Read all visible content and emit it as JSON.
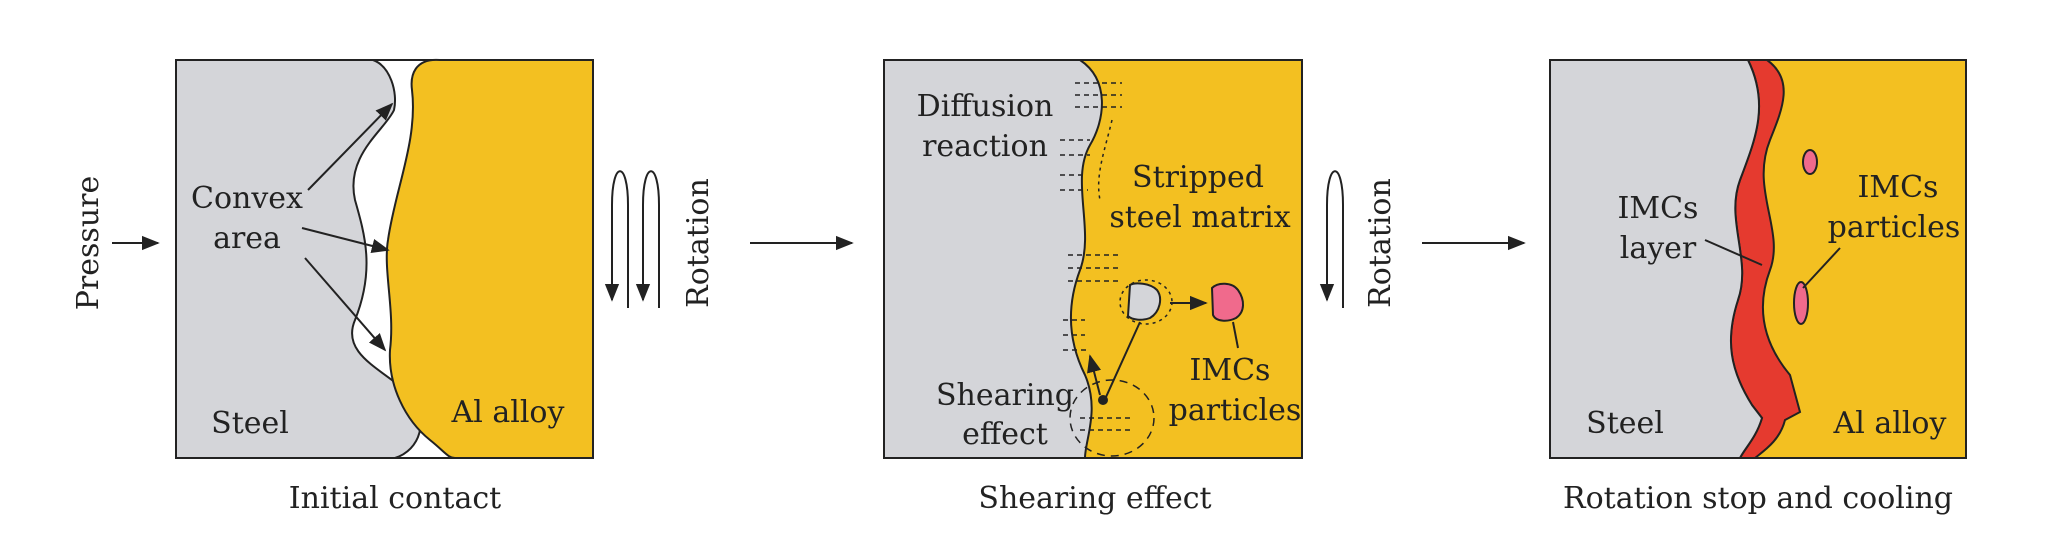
{
  "colors": {
    "steel": "#d4d5d9",
    "al_alloy": "#f3c021",
    "imc_layer": "#e53a2f",
    "imc_particle": "#f06a8c",
    "outline": "#222222"
  },
  "panel1": {
    "pressure_label": "Pressure",
    "convex_area_line1": "Convex",
    "convex_area_line2": "area",
    "steel_label": "Steel",
    "al_label": "Al alloy",
    "caption": "Initial contact"
  },
  "rotation1_label": "Rotation",
  "panel2": {
    "diffusion_line1": "Diffusion",
    "diffusion_line2": "reaction",
    "stripped_line1": "Stripped",
    "stripped_line2": "steel matrix",
    "imcs_line1": "IMCs",
    "imcs_line2": "particles",
    "shearing_line1": "Shearing",
    "shearing_line2": "effect",
    "caption": "Shearing effect"
  },
  "rotation2_label": "Rotation",
  "panel3": {
    "layer_line1": "IMCs",
    "layer_line2": "layer",
    "particles_line1": "IMCs",
    "particles_line2": "particles",
    "steel_label": "Steel",
    "al_label": "Al alloy",
    "caption": "Rotation stop and cooling"
  }
}
